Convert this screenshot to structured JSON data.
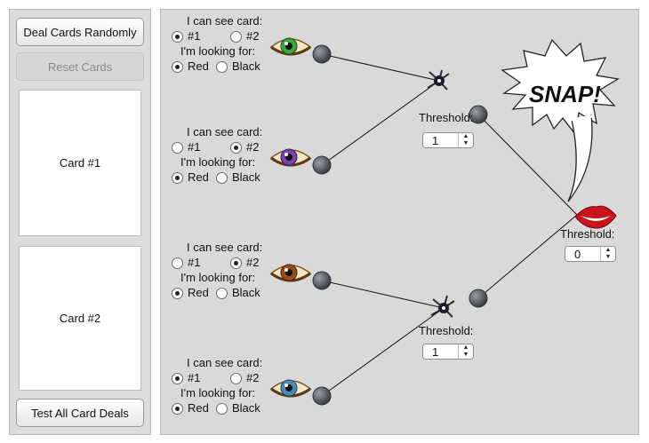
{
  "left": {
    "deal_label": "Deal Cards Randomly",
    "reset_label": "Reset Cards",
    "card1_label": "Card #1",
    "card2_label": "Card #2",
    "test_label": "Test All Card Deals"
  },
  "inputs": [
    {
      "see_label": "I can see card:",
      "opt1": "#1",
      "opt2": "#2",
      "see_selected": "#1",
      "look_label": "I'm looking for:",
      "red": "Red",
      "black": "Black",
      "look_selected": "Red",
      "iris": "#3aa53a"
    },
    {
      "see_label": "I can see card:",
      "opt1": "#1",
      "opt2": "#2",
      "see_selected": "#2",
      "look_label": "I'm looking for:",
      "red": "Red",
      "black": "Black",
      "look_selected": "Red",
      "iris": "#7a3fb0"
    },
    {
      "see_label": "I can see card:",
      "opt1": "#1",
      "opt2": "#2",
      "see_selected": "#2",
      "look_label": "I'm looking for:",
      "red": "Red",
      "black": "Black",
      "look_selected": "Red",
      "iris": "#9a4a1e"
    },
    {
      "see_label": "I can see card:",
      "opt1": "#1",
      "opt2": "#2",
      "see_selected": "#1",
      "look_label": "I'm looking for:",
      "red": "Red",
      "black": "Black",
      "look_selected": "Red",
      "iris": "#4a8ab8"
    }
  ],
  "neurons": [
    {
      "threshold_label": "Threshold:",
      "threshold_value": "1"
    },
    {
      "threshold_label": "Threshold:",
      "threshold_value": "1"
    }
  ],
  "output": {
    "threshold_label": "Threshold:",
    "threshold_value": "0",
    "snap_text": "SNAP!",
    "lip_color": "#cc1a1a"
  }
}
